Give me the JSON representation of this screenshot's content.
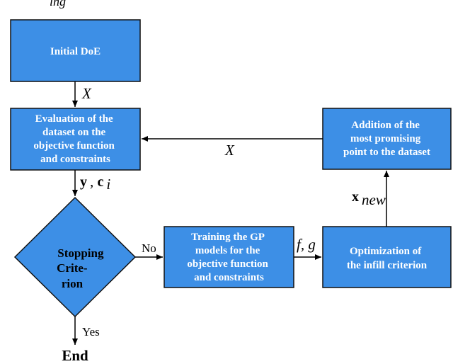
{
  "colors": {
    "box_fill": "#3d8fe6",
    "box_stroke": "#111111",
    "arrow": "#000000"
  },
  "top_fragment": "ing",
  "nodes": {
    "initial_doe": "Initial DoE",
    "evaluation": [
      "Evaluation of the",
      "dataset on the",
      "objective function",
      "and constraints"
    ],
    "stopping": [
      "Stopping",
      "Crite-",
      "rion"
    ],
    "training": [
      "Training the GP",
      "models for the",
      "objective function",
      "and constraints"
    ],
    "optimization": [
      "Optimization of",
      "the infill criterion"
    ],
    "addition": [
      "Addition of the",
      "most promising",
      "point to the dataset"
    ],
    "end": "End"
  },
  "edges": {
    "doe_to_eval": "X",
    "addition_to_eval": "X",
    "eval_to_stop_y": "y",
    "eval_to_stop_comma": ", ",
    "eval_to_stop_c": "c",
    "eval_to_stop_c_sub": "i",
    "no": "No",
    "yes": "Yes",
    "train_to_opt": "f, g",
    "opt_to_add": "x",
    "opt_to_add_sub": "new"
  }
}
